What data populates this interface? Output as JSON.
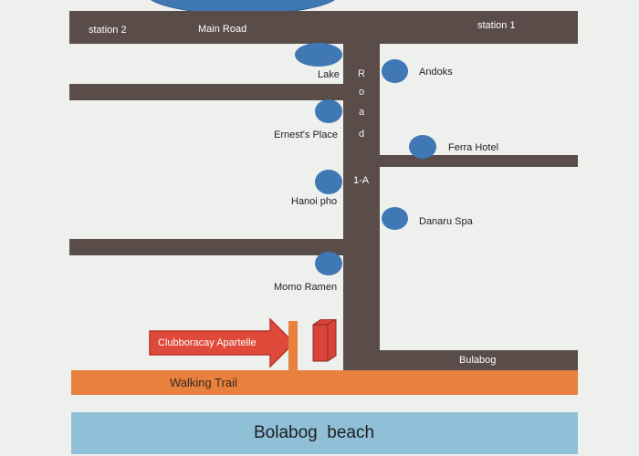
{
  "map": {
    "roads": {
      "main_road_station2": "station 2",
      "main_road_name": "Main Road",
      "main_road_station1": "station 1",
      "vertical_road_letters": [
        "R",
        "o",
        "a",
        "d"
      ],
      "vertical_road_code": "1-A",
      "bulabog_road": "Bulabog"
    },
    "places": [
      {
        "key": "lake",
        "label": "Lake"
      },
      {
        "key": "andoks",
        "label": "Andoks"
      },
      {
        "key": "ernests",
        "label": "Ernest's  Place"
      },
      {
        "key": "ferra",
        "label": "Ferra Hotel"
      },
      {
        "key": "hanoi",
        "label": "Hanoi pho"
      },
      {
        "key": "danaru",
        "label": "Danaru Spa"
      },
      {
        "key": "momo",
        "label": "Momo Ramen"
      }
    ],
    "destination_arrow_label": "Clubboracay Apartelle",
    "walking_trail_label": "Walking Trail",
    "beach_label": "Bolabog  beach",
    "colors": {
      "background": "#eef0ee",
      "road": "#5a4c48",
      "pin": "#3f78b4",
      "walking_trail": "#e8813e",
      "beach": "#8fc0d8",
      "arrow": "#e04a3a",
      "building": "#d9433a"
    }
  }
}
